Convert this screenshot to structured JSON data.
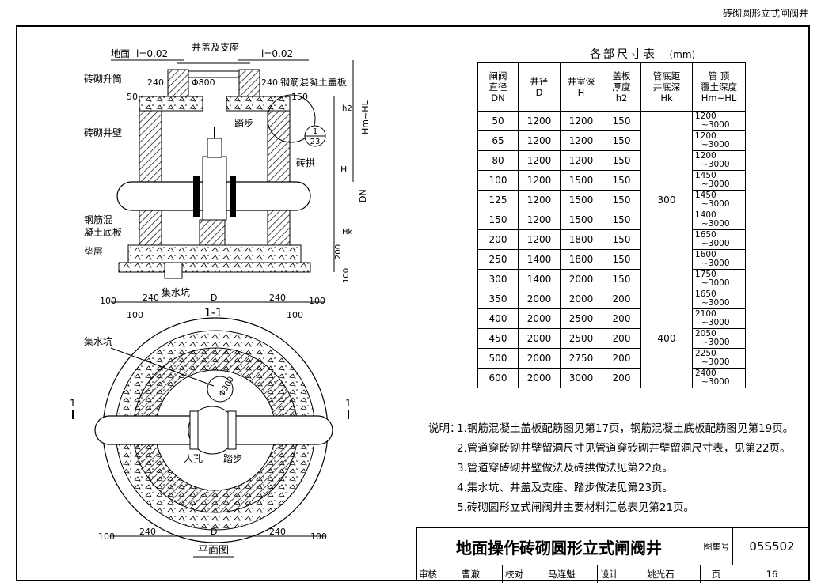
{
  "header": {
    "title": "砖砌圆形立式闸阀井"
  },
  "section_view": {
    "section_label": "1-1",
    "labels": {
      "ground": "地面",
      "slope_left": "i=0.02",
      "slope_right": "i=0.02",
      "cover_seat": "井盖及支座",
      "riser": "砖砌升筒",
      "cover_slab": "钢筋混凝土盖板",
      "wall": "砖砌井壁",
      "step": "踏步",
      "arch": "砖拱",
      "base_slab_1": "钢筋混",
      "base_slab_2": "凝土底板",
      "cushion": "垫层",
      "sump": "集水坑",
      "detail_top": "1",
      "detail_bottom": "23"
    },
    "dims": {
      "d240a": "240",
      "phi800": "Φ800",
      "d240b": "240",
      "d50": "50",
      "d150": "150",
      "h2": "h2",
      "hm_hl": "Hm~HL",
      "H": "H",
      "DN": "DN",
      "Hk": "Hk",
      "d200": "200",
      "d100": "100",
      "b100a": "100",
      "b240a": "240",
      "bD": "D",
      "b240b": "240",
      "b100b": "100",
      "b100c": "100",
      "b100d": "100"
    }
  },
  "plan_view": {
    "plan_label": "平面图",
    "labels": {
      "sump": "集水坑",
      "phi300": "Φ300",
      "manhole": "人孔",
      "step": "踏步",
      "cut_left": "1",
      "cut_right": "1"
    },
    "dims": {
      "a100": "100",
      "a240": "240",
      "aD": "D",
      "b240": "240",
      "b100": "100"
    }
  },
  "table": {
    "title": "各部尺寸表",
    "unit": "(mm)",
    "headers": [
      [
        "闸阀",
        "直径",
        "DN"
      ],
      [
        "井径",
        "D"
      ],
      [
        "井室深",
        "H"
      ],
      [
        "盖板",
        "厚度",
        "h2"
      ],
      [
        "管底距",
        "井底深",
        "Hk"
      ],
      [
        "管  顶",
        "覆土深度",
        "Hm~HL"
      ]
    ],
    "rows": [
      [
        "50",
        "1200",
        "1200",
        "150",
        "1200",
        "~3000"
      ],
      [
        "65",
        "1200",
        "1200",
        "150",
        "1200",
        "~3000"
      ],
      [
        "80",
        "1200",
        "1200",
        "150",
        "1200",
        "~3000"
      ],
      [
        "100",
        "1200",
        "1500",
        "150",
        "1450",
        "~3000"
      ],
      [
        "125",
        "1200",
        "1500",
        "150",
        "1450",
        "~3000"
      ],
      [
        "150",
        "1200",
        "1500",
        "150",
        "1400",
        "~3000"
      ],
      [
        "200",
        "1200",
        "1800",
        "150",
        "1650",
        "~3000"
      ],
      [
        "250",
        "1400",
        "1800",
        "150",
        "1600",
        "~3000"
      ],
      [
        "300",
        "1400",
        "2000",
        "150",
        "1750",
        "~3000"
      ],
      [
        "350",
        "2000",
        "2000",
        "200",
        "1650",
        "~3000"
      ],
      [
        "400",
        "2000",
        "2500",
        "200",
        "2100",
        "~3000"
      ],
      [
        "450",
        "2000",
        "2500",
        "200",
        "2050",
        "~3000"
      ],
      [
        "500",
        "2000",
        "2750",
        "200",
        "2250",
        "~3000"
      ],
      [
        "600",
        "2000",
        "3000",
        "200",
        "2400",
        "~3000"
      ]
    ],
    "hk_group1": "300",
    "hk_group2": "400"
  },
  "notes": {
    "label": "说明：",
    "items": [
      "1.钢筋混凝土盖板配筋图见第17页，钢筋混凝土底板配筋图见第19页。",
      "2.管道穿砖砌井壁留洞尺寸见管道穿砖砌井壁留洞尺寸表，见第22页。",
      "3.管道穿砖砌井壁做法及砖拱做法见第22页。",
      "4.集水坑、井盖及支座、踏步做法见第23页。",
      "5.砖砌圆形立式闸阀井主要材料汇总表见第21页。"
    ]
  },
  "title_block": {
    "title": "地面操作砖砌圆形立式闸阀井",
    "atlas_label": "图集号",
    "atlas_no": "05S502",
    "review_label": "审核",
    "reviewer": "曹澈",
    "check_label": "校对",
    "checker": "马连魁",
    "design_label": "设计",
    "designer": "姚光石",
    "page_label": "页",
    "page_no": "16"
  }
}
